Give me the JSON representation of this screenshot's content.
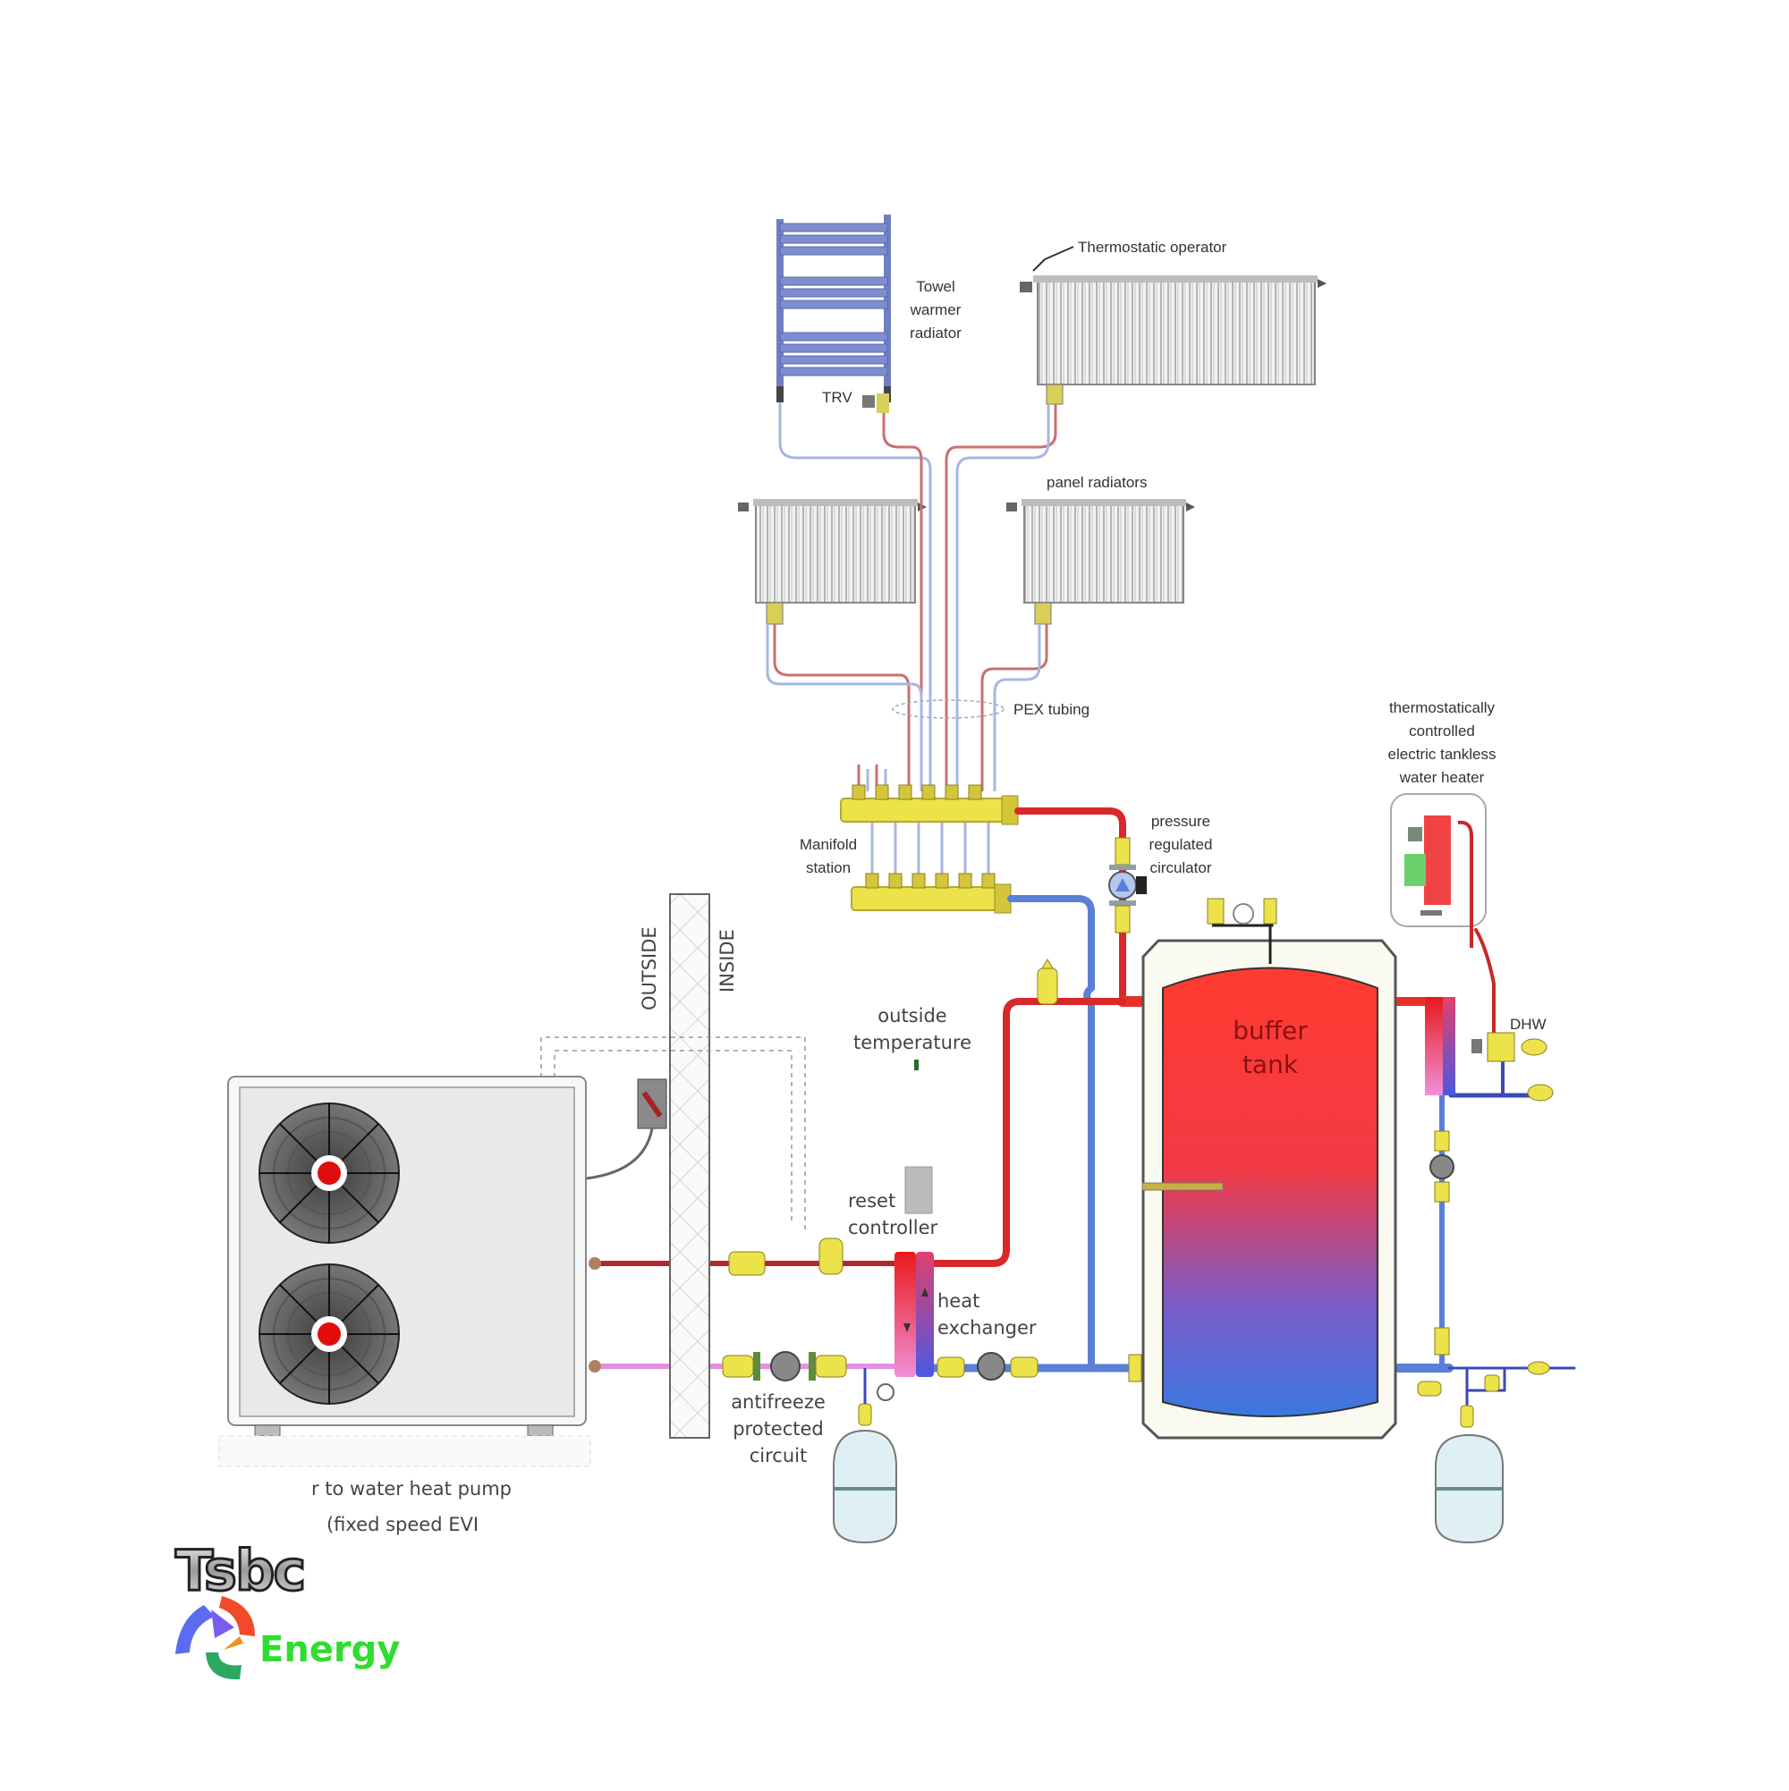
{
  "diagram": {
    "title": "Air to water heat pump hydronic system",
    "labels": {
      "thermostatic_operator": "Thermostatic operator",
      "towel_warmer": [
        "Towel",
        "warmer",
        "radiator"
      ],
      "trv": "TRV",
      "panel_radiators": "panel radiators",
      "pex_tubing": "PEX tubing",
      "manifold_station": [
        "Manifold",
        "station"
      ],
      "pressure_regulated_circulator": [
        "pressure",
        "regulated",
        "circulator"
      ],
      "tankless_heater": [
        "thermostatically",
        "controlled",
        "electric tankless",
        "water heater"
      ],
      "outside": "OUTSIDE",
      "inside": "INSIDE",
      "outside_temperature": [
        "outside",
        "temperature"
      ],
      "buffer_tank": [
        "buffer",
        "tank"
      ],
      "dhw": "DHW",
      "reset_controller": [
        "reset",
        "controller"
      ],
      "heat_exchanger": [
        "heat",
        "exchanger"
      ],
      "antifreeze_circuit": [
        "antifreeze",
        "protected",
        "circuit"
      ],
      "heat_pump": [
        "r to water heat pump",
        "(fixed speed EVI"
      ]
    },
    "colors": {
      "supply_hot": "#d8282a",
      "return_cold": "#5a7fd6",
      "antifreeze": "#e58fe0",
      "brass": "#e8e04a",
      "tank_top": "#ff3b30",
      "tank_bottom": "#3b78e0"
    }
  },
  "logo": {
    "brand": "Tsbc",
    "sub": "Energy"
  }
}
